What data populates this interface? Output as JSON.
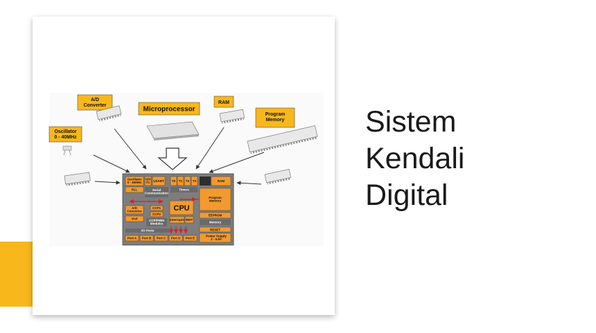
{
  "slide": {
    "title_lines": [
      "Sistem",
      "Kendali",
      "Digital"
    ],
    "accent_color": "#f8b81c"
  },
  "diagram": {
    "labels": {
      "ad_converter": "A/D\nConverter",
      "microprocessor": "Microprocessor",
      "ram": "RAM",
      "program_memory": "Program\nMemory",
      "oscillator": "Oscillator\n0 - 40MHz"
    },
    "blocks": {
      "oscillator": "Oscillator\n0 - 40MHz",
      "spi": "SPI\nI²C",
      "usart": "USART",
      "t0": "T0",
      "t1": "T1",
      "t2": "T2",
      "t3": "T3",
      "ram": "RAM",
      "pll": "PLL",
      "serial_comm": "Serial\nCommunication",
      "timers": "Timers",
      "program_memory": "Program\nMemory",
      "ad_converter": "A/D\nConverter",
      "ccp1": "CCP1",
      "ccp2": "CCP2",
      "cpu": "CPU",
      "vref": "Vref",
      "ccp_modules": "CCP/PWM\nModules",
      "interrupts": "Interrupts",
      "wdt": "WDT",
      "eeprom": "EEPROM",
      "memory": "Memory",
      "io_ports": "I/O Ports",
      "reset": "RESET",
      "power_supply": "Power Supply\n2 - 5.5V",
      "port_a": "Port A",
      "port_b": "Port B",
      "port_c": "Port C",
      "port_d": "Port D",
      "port_e": "Port E"
    }
  }
}
